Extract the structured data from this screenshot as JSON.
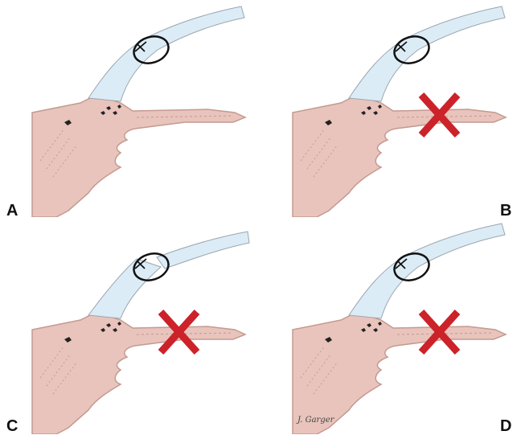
{
  "panels": [
    {
      "label": "A",
      "crossed": false,
      "gap": false
    },
    {
      "label": "B",
      "crossed": true,
      "gap": false
    },
    {
      "label": "C",
      "crossed": true,
      "gap": true
    },
    {
      "label": "D",
      "crossed": true,
      "gap": false
    }
  ],
  "colors": {
    "tissue": "#e8c4bc",
    "tissue_dark": "#c49a90",
    "graft": "#dcecf7",
    "graft_edge": "#9aa6b0",
    "x_mark": "#cc2229",
    "outline": "#111111"
  },
  "signature": "J. Garger"
}
